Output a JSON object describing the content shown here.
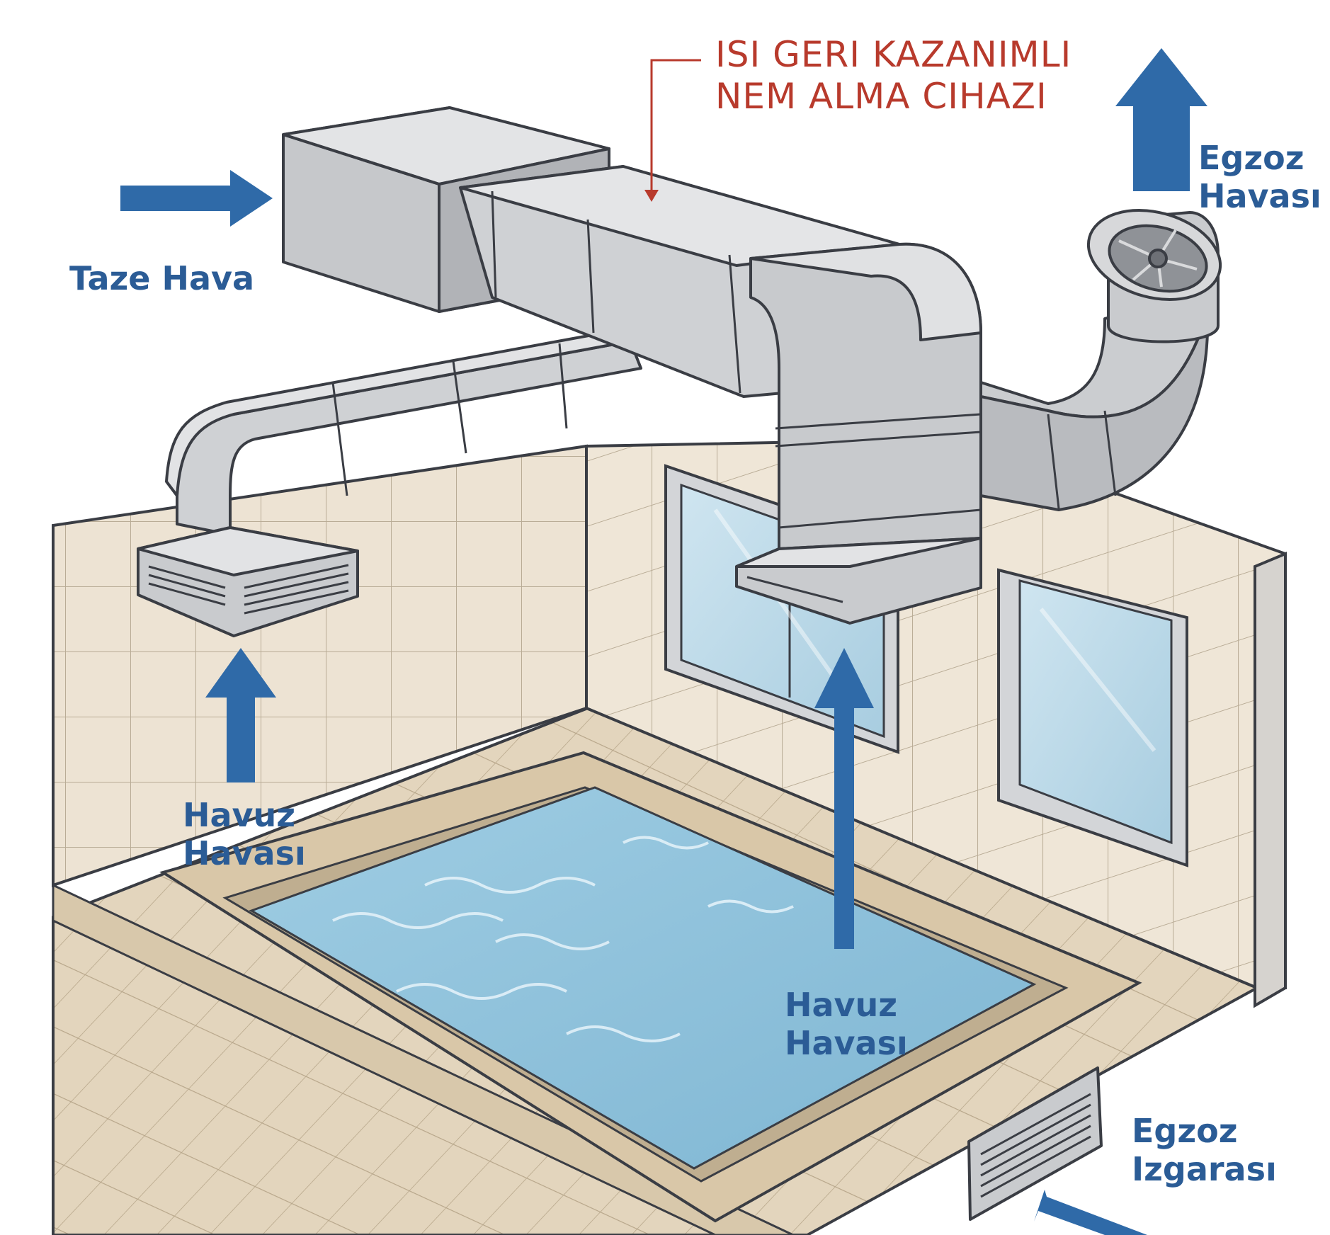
{
  "colors": {
    "arrow": "#2f6aa8",
    "label_blue": "#2b5c96",
    "label_red": "#b83a2c",
    "duct_light": "#d7d8da",
    "duct_mid": "#c3c5c8",
    "duct_dark": "#a9abb0",
    "outline": "#3a3d44",
    "tile_wall": "#ebe1d0",
    "tile_floor": "#e2d4bb",
    "water": "#8cc0da",
    "glass": "#bcd9e8"
  },
  "labels": {
    "device_line1": "ISI GERI KAZANIMLI",
    "device_line2": "NEM ALMA CIHAZI",
    "fresh_air": "Taze Hava",
    "exhaust_air_line1": "Egzoz",
    "exhaust_air_line2": "Havası",
    "pool_air_left_line1": "Havuz",
    "pool_air_left_line2": "Havası",
    "pool_air_center_line1": "Havuz",
    "pool_air_center_line2": "Havası",
    "exhaust_grille_line1": "Egzoz",
    "exhaust_grille_line2": "Izgarası"
  },
  "icons": {
    "fresh_air_arrow": "arrow-right-icon",
    "exhaust_arrow": "arrow-up-icon",
    "pool_air_arrows": "arrow-up-icon",
    "grille_arrow": "arrow-diagonal-icon",
    "fan": "fan-icon"
  }
}
